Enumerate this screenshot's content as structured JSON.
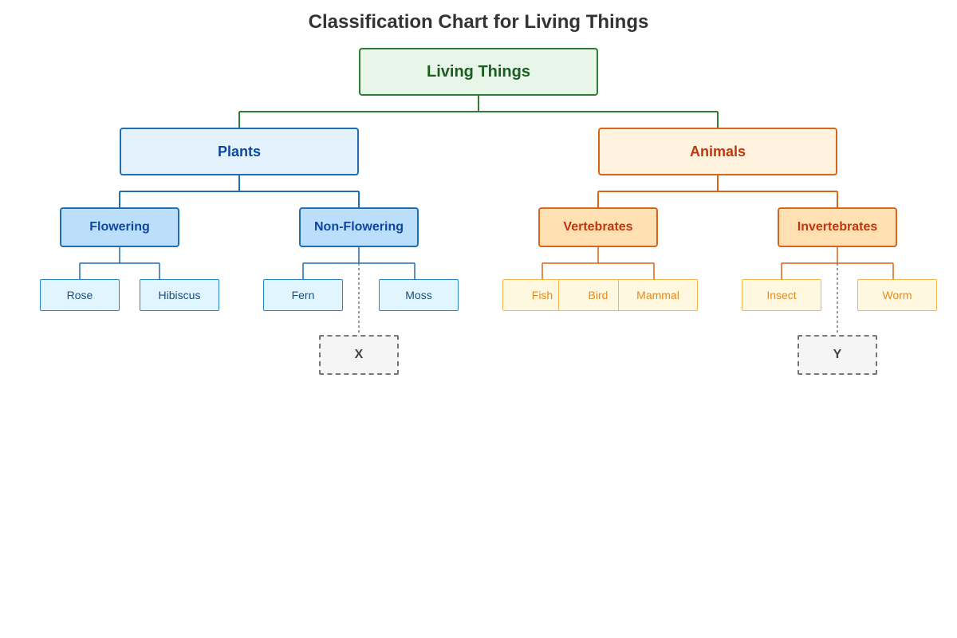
{
  "title": "Classification Chart for Living Things",
  "colors": {
    "root": "#2e7d32",
    "plants": "#1f6fb0",
    "animals": "#d8661a",
    "animal_leaf": "#f1b650",
    "unknown": "#777777"
  },
  "root": {
    "label": "Living Things"
  },
  "kingdoms": {
    "plants": {
      "label": "Plants",
      "groups": {
        "flowering": {
          "label": "Flowering",
          "members": [
            "Rose",
            "Hibiscus"
          ]
        },
        "non_flowering": {
          "label": "Non-Flowering",
          "members": [
            "Fern",
            "Moss"
          ],
          "unknown": "X"
        }
      }
    },
    "animals": {
      "label": "Animals",
      "groups": {
        "vertebrates": {
          "label": "Vertebrates",
          "members": [
            "Fish",
            "Bird",
            "Mammal"
          ]
        },
        "invertebrates": {
          "label": "Invertebrates",
          "members": [
            "Insect",
            "Worm"
          ],
          "unknown": "Y"
        }
      }
    }
  }
}
